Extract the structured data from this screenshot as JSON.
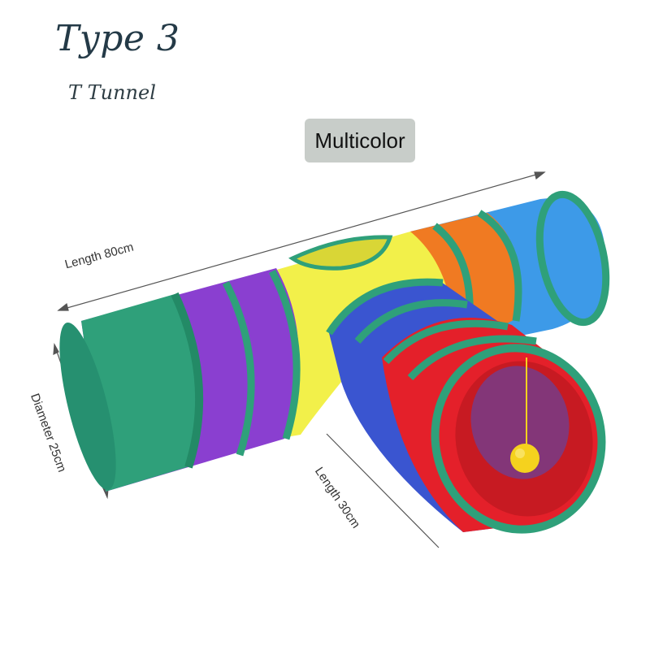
{
  "product": {
    "title": "Type 3",
    "subtitle": "T Tunnel",
    "color_option": "Multicolor"
  },
  "dimensions": {
    "length_main": "Length 80cm",
    "diameter": "Diameter 25cm",
    "length_branch": "Length 30cm"
  },
  "colors": {
    "green": "#2fa07a",
    "purple": "#8a3fd0",
    "yellow": "#f2f04a",
    "blue": "#3a55d0",
    "red": "#e4202a",
    "orange": "#f07a22",
    "light_blue": "#3d9ae8",
    "ball": "#f5d21e"
  }
}
